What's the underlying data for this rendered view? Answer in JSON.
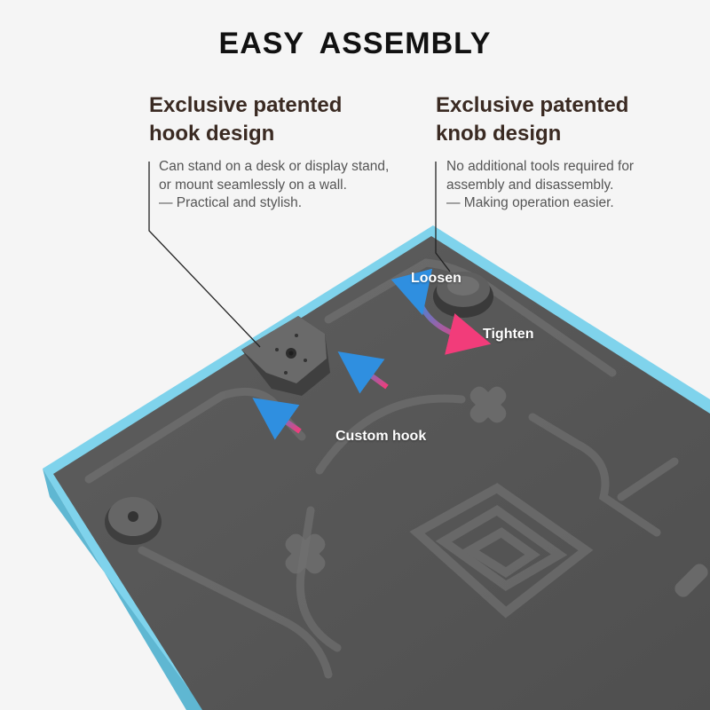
{
  "title": "EASY  ASSEMBLY",
  "hook": {
    "heading_line1": "Exclusive patented",
    "heading_line2": "hook design",
    "desc_line1": "Can stand on a desk or display stand,",
    "desc_line2": "or mount seamlessly on a wall.",
    "desc_line3": "— Practical and stylish."
  },
  "knob": {
    "heading_line1": "Exclusive patented",
    "heading_line2": "knob design",
    "desc_line1": "No additional tools required for",
    "desc_line2": "assembly and disassembly.",
    "desc_line3": "— Making operation easier."
  },
  "labels": {
    "loosen": "Loosen",
    "tighten": "Tighten",
    "custom_hook": "Custom hook"
  },
  "colors": {
    "frame": "#7fd3ec",
    "board": "#5b5b5b",
    "arrow_blue": "#2f8fe0",
    "arrow_pink": "#f23c7a"
  }
}
